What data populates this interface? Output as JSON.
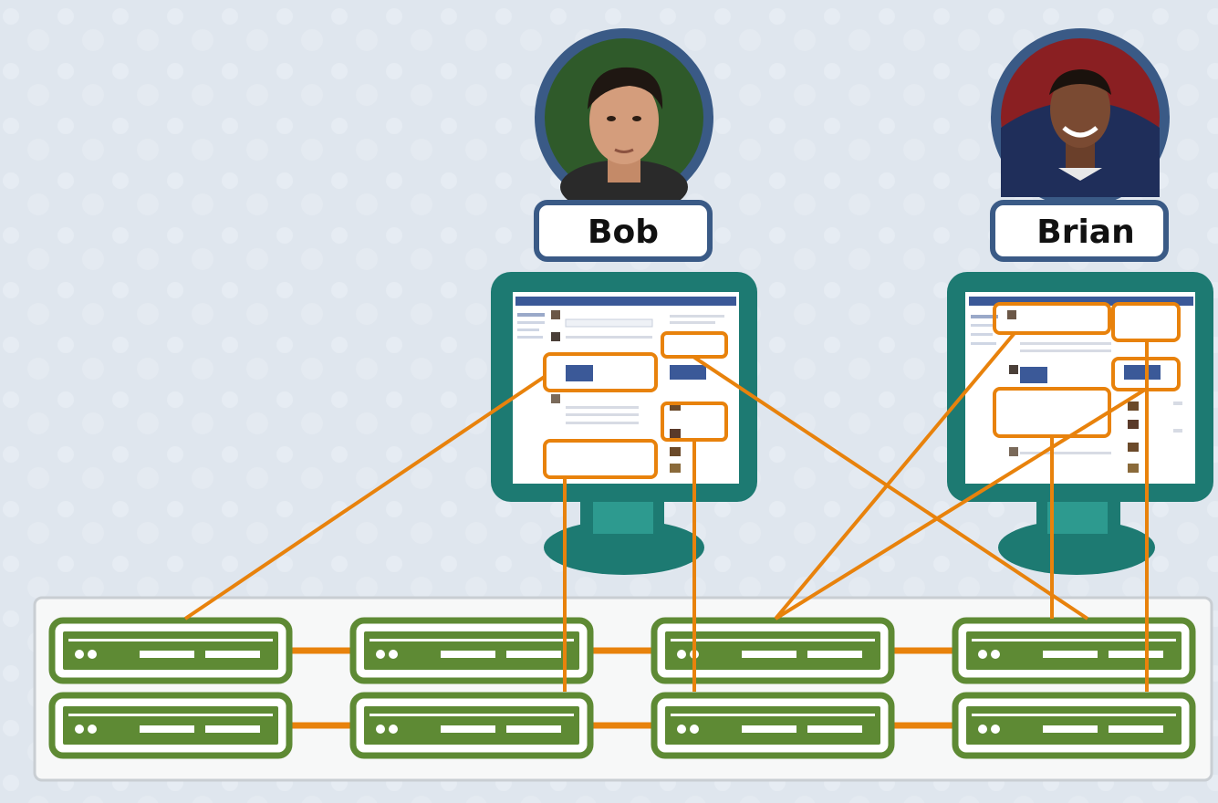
{
  "users": [
    {
      "name": "Bob"
    },
    {
      "name": "Brian"
    }
  ],
  "colors": {
    "background": "#dfe6ee",
    "monitor": "#1d7a72",
    "avatar_ring": "#3a5a86",
    "label_border": "#3a5a86",
    "connection": "#e8820c",
    "server_outline": "#5e8a34",
    "rack_panel": "#f7f8f8"
  },
  "icons": {
    "avatar": "person-photo-icon",
    "monitor": "computer-monitor-icon",
    "server": "server-unit-icon"
  },
  "server_grid": {
    "rows": 2,
    "columns": 4
  }
}
